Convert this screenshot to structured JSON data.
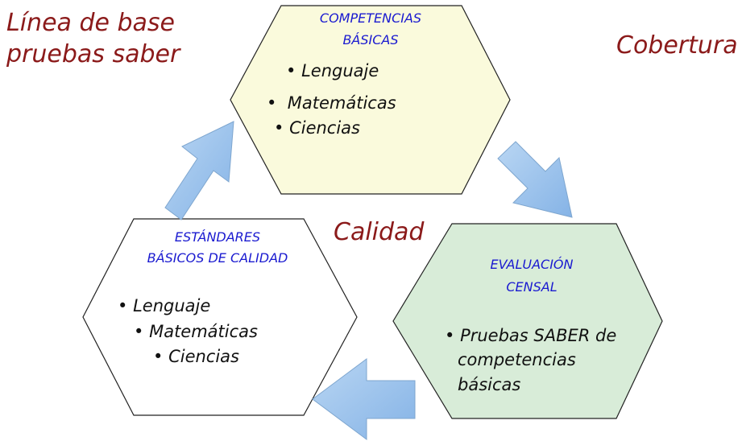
{
  "labels": {
    "baseline_line1": "Línea de base",
    "baseline_line2": "pruebas saber",
    "coverage": "Cobertura",
    "quality": "Calidad"
  },
  "competencias": {
    "title_line1": "COMPETENCIAS",
    "title_line2": "BÁSICAS",
    "items": [
      "Lenguaje",
      "Matemáticas",
      "Ciencias"
    ]
  },
  "estandares": {
    "title_line1": "ESTÁNDARES",
    "title_line2": "BÁSICOS DE  CALIDAD",
    "items": [
      "Lenguaje",
      "Matemáticas",
      "Ciencias"
    ]
  },
  "evaluacion": {
    "title_line1": "EVALUACIÓN",
    "title_line2": "CENSAL",
    "item_line1": "Pruebas SABER de",
    "item_line2": "competencias",
    "item_line3": "básicas"
  },
  "colors": {
    "label_red": "#8b1a1a",
    "title_blue": "#1a1ad0",
    "hex_yellow": "#fafadc",
    "hex_green": "#d8ecd8",
    "hex_white": "#ffffff",
    "arrow_blue": "#9cc3ec"
  },
  "bullet_symbol": "•"
}
